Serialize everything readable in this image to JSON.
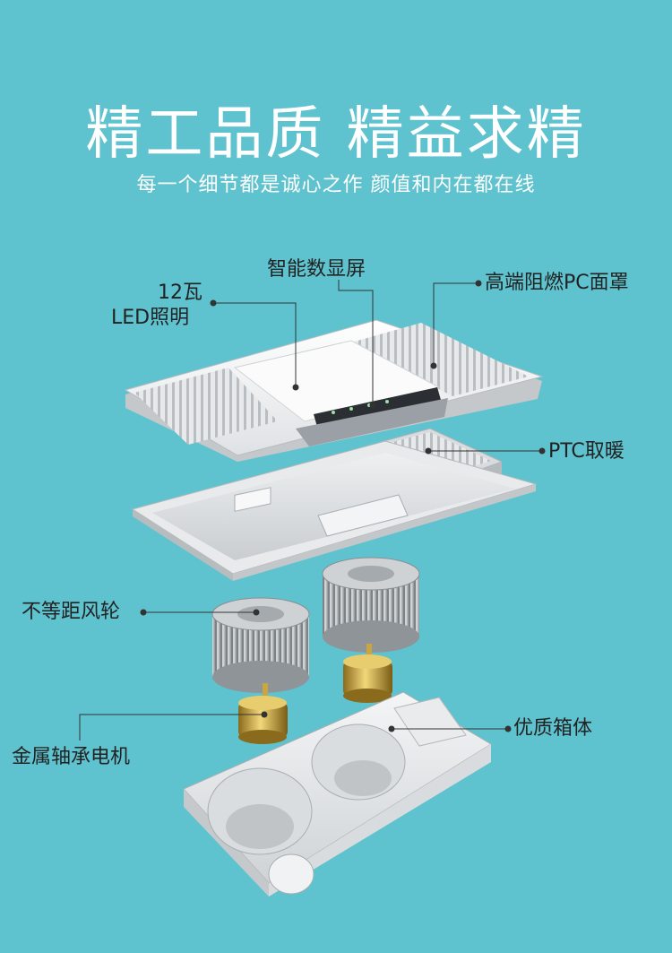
{
  "header": {
    "title": "精工品质 精益求精",
    "subtitle": "每一个细节都是诚心之作 颜值和内在都在线"
  },
  "callouts": {
    "display": "智能数显屏",
    "pc_cover": "高端阻燃PC面罩",
    "led_watt": "12瓦",
    "led_light": "LED照明",
    "ptc": "PTC取暖",
    "fan_wheel": "不等距风轮",
    "box": "优质箱体",
    "motor": "金属轴承电机"
  },
  "colors": {
    "background": "#5ec3cf",
    "title": "#ffffff",
    "label": "#222222"
  }
}
